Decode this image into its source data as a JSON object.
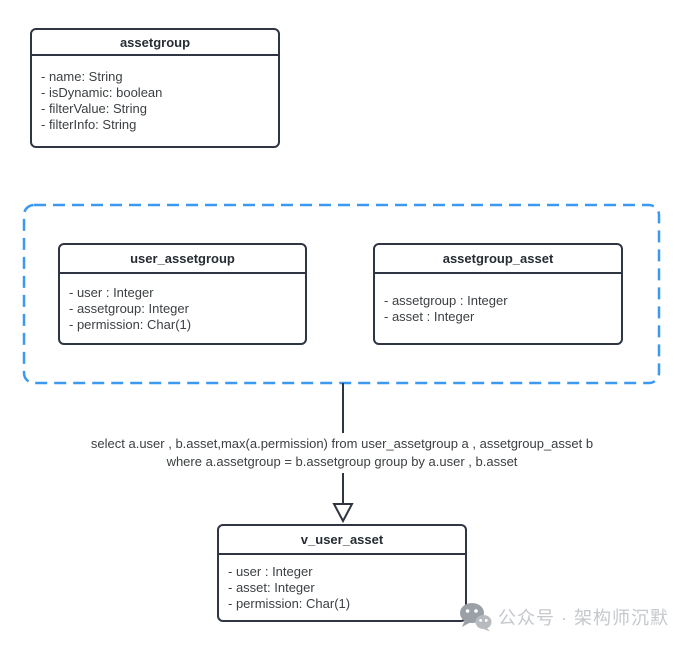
{
  "colors": {
    "box_border": "#2f3542",
    "title_text": "#272c33",
    "field_text": "#3c4043",
    "dashed_border": "#3b99f2",
    "watermark_text": "#c5c8cc",
    "watermark_icon": "#9aa0a5",
    "watermark_icon_light": "#b7bbc0"
  },
  "classes": {
    "assetgroup": {
      "title": "assetgroup",
      "fields": [
        "- name: String",
        "- isDynamic: boolean",
        "- filterValue: String",
        "- filterInfo: String"
      ]
    },
    "user_assetgroup": {
      "title": "user_assetgroup",
      "fields": [
        "- user : Integer",
        "- assetgroup: Integer",
        "- permission: Char(1)"
      ]
    },
    "assetgroup_asset": {
      "title": "assetgroup_asset",
      "fields": [
        "- assetgroup : Integer",
        "- asset : Integer"
      ]
    },
    "v_user_asset": {
      "title": "v_user_asset",
      "fields": [
        "- user : Integer",
        "- asset: Integer",
        "- permission: Char(1)"
      ]
    }
  },
  "sql_annotation": {
    "line1": "select a.user , b.asset,max(a.permission) from user_assetgroup a , assetgroup_asset b",
    "line2": "where a.assetgroup = b.assetgroup group by a.user , b.asset"
  },
  "watermark": {
    "icon": "wechat-icon",
    "text": "公众号 · 架构师沉默"
  }
}
